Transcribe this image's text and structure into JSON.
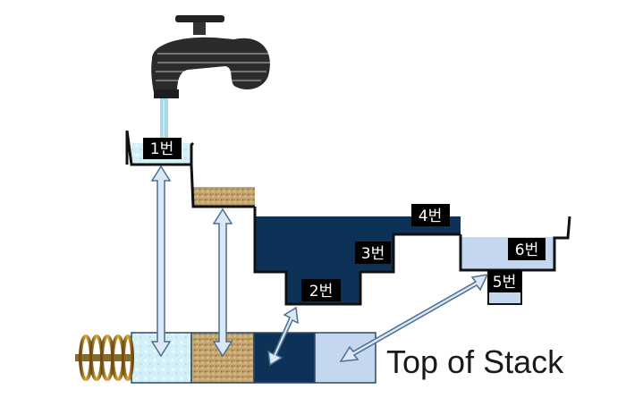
{
  "diagram": {
    "containers": [
      {
        "id": "c1",
        "label": "1번"
      },
      {
        "id": "c2",
        "label": "2번"
      },
      {
        "id": "c3",
        "label": "3번"
      },
      {
        "id": "c4",
        "label": "4번"
      },
      {
        "id": "c5",
        "label": "5번"
      },
      {
        "id": "c6",
        "label": "6번"
      }
    ],
    "caption": "Top of Stack",
    "icons": [
      "faucet-icon",
      "spring-icon",
      "arrow-icon"
    ],
    "colors": {
      "water_light": "#cfeff5",
      "sand": "#c8a872",
      "navy": "#0d3157",
      "pale_blue": "#c4d7ee",
      "outline": "#111111",
      "arrow": "#dbe7f4"
    }
  }
}
